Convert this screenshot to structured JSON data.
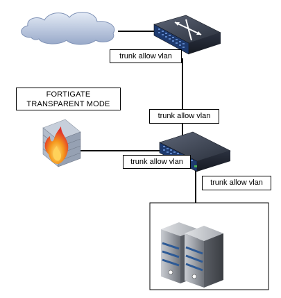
{
  "labels": {
    "trunk_top": "trunk allow vlan",
    "trunk_middle": "trunk allow vlan",
    "trunk_firewall": "trunk allow vlan",
    "trunk_server": "trunk allow vlan",
    "fortigate_line1": "FORTIGATE",
    "fortigate_line2": "TRANSPARENT MODE"
  },
  "nodes": [
    {
      "id": "cloud",
      "icon": "cloud-icon"
    },
    {
      "id": "core-switch",
      "icon": "switch-router-icon"
    },
    {
      "id": "firewall",
      "icon": "firewall-icon"
    },
    {
      "id": "access-switch",
      "icon": "switch-icon"
    },
    {
      "id": "servers",
      "icon": "server-icon"
    }
  ],
  "colors": {
    "line": "#000000",
    "cloud_fill": "#a9b8d4",
    "switch_body": "#2c3545",
    "switch_front": "#1e3a6e",
    "server_body": "#8a8e96",
    "server_accent": "#2d5a96",
    "fire_orange": "#f08a1c",
    "fire_red": "#e0312a"
  }
}
